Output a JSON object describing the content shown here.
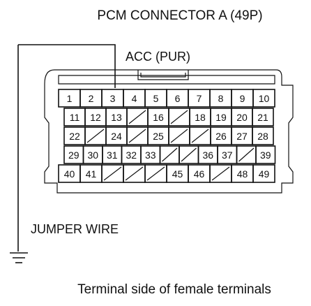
{
  "title": "PCM CONNECTOR A (49P)",
  "acc_label": "ACC (PUR)",
  "jumper_label": "JUMPER WIRE",
  "caption": "Terminal side of female terminals",
  "rows": [
    [
      "1",
      "2",
      "3",
      "4",
      "5",
      "6",
      "7",
      "8",
      "9",
      "10"
    ],
    [
      "11",
      "12",
      "13",
      "",
      "16",
      "",
      "18",
      "19",
      "20",
      "21"
    ],
    [
      "22",
      "",
      "24",
      "",
      "25",
      "",
      "",
      "26",
      "27",
      "28"
    ],
    [
      "29",
      "30",
      "31",
      "32",
      "33",
      "",
      "",
      "36",
      "37",
      "",
      "39"
    ],
    [
      "40",
      "41",
      "",
      "",
      "",
      "45",
      "46",
      "",
      "48",
      "49"
    ]
  ],
  "icons": [
    "ground-icon"
  ]
}
